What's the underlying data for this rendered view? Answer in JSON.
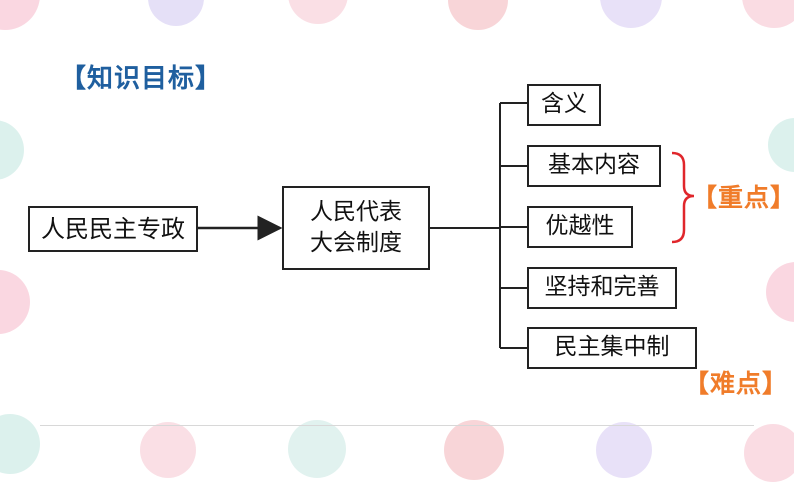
{
  "title": "【知识目标】",
  "left_box": "人民民主专政",
  "mid_box": {
    "line1": "人民代表",
    "line2": "大会制度"
  },
  "branches": [
    {
      "label": "含义"
    },
    {
      "label": "基本内容"
    },
    {
      "label": "优越性"
    },
    {
      "label": "坚持和完善"
    },
    {
      "label": "民主集中制"
    }
  ],
  "tags": {
    "key": "【重点】",
    "difficult": "【难点】"
  },
  "colors": {
    "title": "#1f5f9f",
    "tag": "#f07c2a",
    "brace": "#e0262b",
    "line": "#222222"
  }
}
